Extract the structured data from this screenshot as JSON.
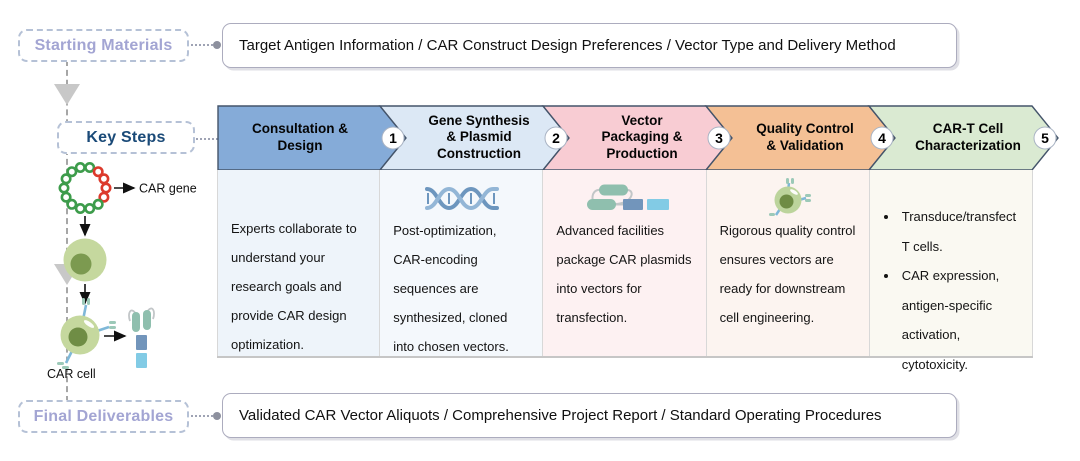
{
  "starting_materials": {
    "label": "Starting Materials",
    "items": "Target Antigen Information / CAR Construct Design Preferences / Vector Type and Delivery Method"
  },
  "key_steps": {
    "label": "Key Steps",
    "steps": [
      {
        "number": "1",
        "title": "Consultation & Design",
        "title_lines": [
          "Consultation &",
          "Design"
        ],
        "description": "Experts collaborate to understand your research goals and provide CAR design optimization.",
        "header_color": "#85ABD8",
        "body_color": "#EEF4FA"
      },
      {
        "number": "2",
        "title": "Gene Synthesis & Plasmid Construction",
        "title_lines": [
          "Gene Synthesis",
          "& Plasmid",
          "Construction"
        ],
        "icon": "dna-helix-icon",
        "description": "Post-optimization, CAR-encoding sequences are synthesized, cloned into chosen vectors.",
        "header_color": "#DCE8F5",
        "body_color": "#F4F8FC"
      },
      {
        "number": "3",
        "title": "Vector Packaging & Production",
        "title_lines": [
          "Vector",
          "Packaging &",
          "Production"
        ],
        "icon": "car-vector-icon",
        "description": "Advanced facilities package CAR plasmids into vectors for transfection.",
        "header_color": "#F8CCD3",
        "body_color": "#FDF1F2"
      },
      {
        "number": "4",
        "title": "Quality Control & Validation",
        "title_lines": [
          "Quality Control",
          "& Validation"
        ],
        "icon": "car-cell-icon",
        "description": "Rigorous quality control ensures vectors are ready for downstream cell engineering.",
        "header_color": "#F4C095",
        "body_color": "#FCF4F0"
      },
      {
        "number": "5",
        "title": "CAR-T Cell Characterization",
        "title_lines": [
          "CAR-T Cell",
          "Characterization"
        ],
        "bullets": [
          "Transduce/transfect T cells.",
          "CAR expression, antigen-specific activation, cytotoxicity."
        ],
        "header_color": "#DAEAD2",
        "body_color": "#FAF9F2"
      }
    ]
  },
  "final_deliverables": {
    "label": "Final Deliverables",
    "items": "Validated CAR Vector Aliquots / Comprehensive Project Report / Standard Operating Procedures"
  },
  "illustration": {
    "car_gene_label": "CAR gene",
    "car_cell_label": "CAR cell"
  },
  "colors": {
    "label_accent": "#A3A5D3",
    "key_steps_label_color": "#1A4A78",
    "chevron_outline": "#44546A",
    "plasmid_green": "#3D9C4B",
    "plasmid_red": "#DC3A2C",
    "cell_body": "#C5D89E",
    "cell_nucleus": "#7C9A50",
    "receptor_blue": "#7FB8D8",
    "receptor_tip_teal": "#9CC9B8"
  }
}
